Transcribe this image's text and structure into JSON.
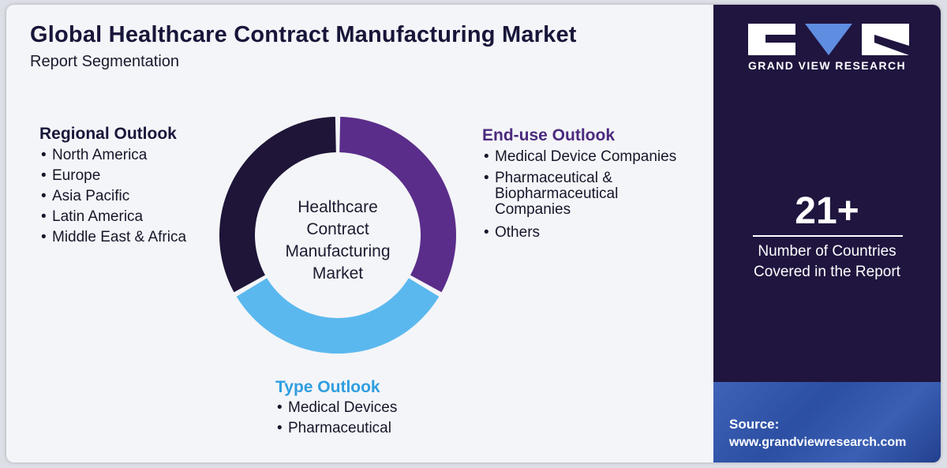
{
  "header": {
    "title": "Global Healthcare Contract Manufacturing Market",
    "subtitle": "Report Segmentation"
  },
  "center_label": "Healthcare Contract Manufacturing Market",
  "segments": {
    "regional": {
      "title": "Regional Outlook",
      "color": "#1e1538",
      "items": [
        "North America",
        "Europe",
        "Asia Pacific",
        "Latin America",
        "Middle East & Africa"
      ]
    },
    "end_use": {
      "title": "End-use Outlook",
      "color": "#5a2d8a",
      "items": [
        "Medical Device Companies",
        "Pharmaceutical &\nBiopharmaceutical\nCompanies",
        "Others"
      ]
    },
    "type": {
      "title": "Type Outlook",
      "color": "#5bb8ee",
      "items": [
        "Medical Devices",
        "Pharmaceutical"
      ]
    }
  },
  "sidebar": {
    "brand": "GRAND VIEW RESEARCH",
    "stat_value": "21+",
    "stat_caption": "Number of Countries\nCovered in the Report",
    "source_label": "Source:",
    "source_url": "www.grandviewresearch.com"
  },
  "colors": {
    "sidebar_bg": "#20153f",
    "end_use_heading": "#4b2a7e",
    "type_heading": "#2f9ee0"
  }
}
